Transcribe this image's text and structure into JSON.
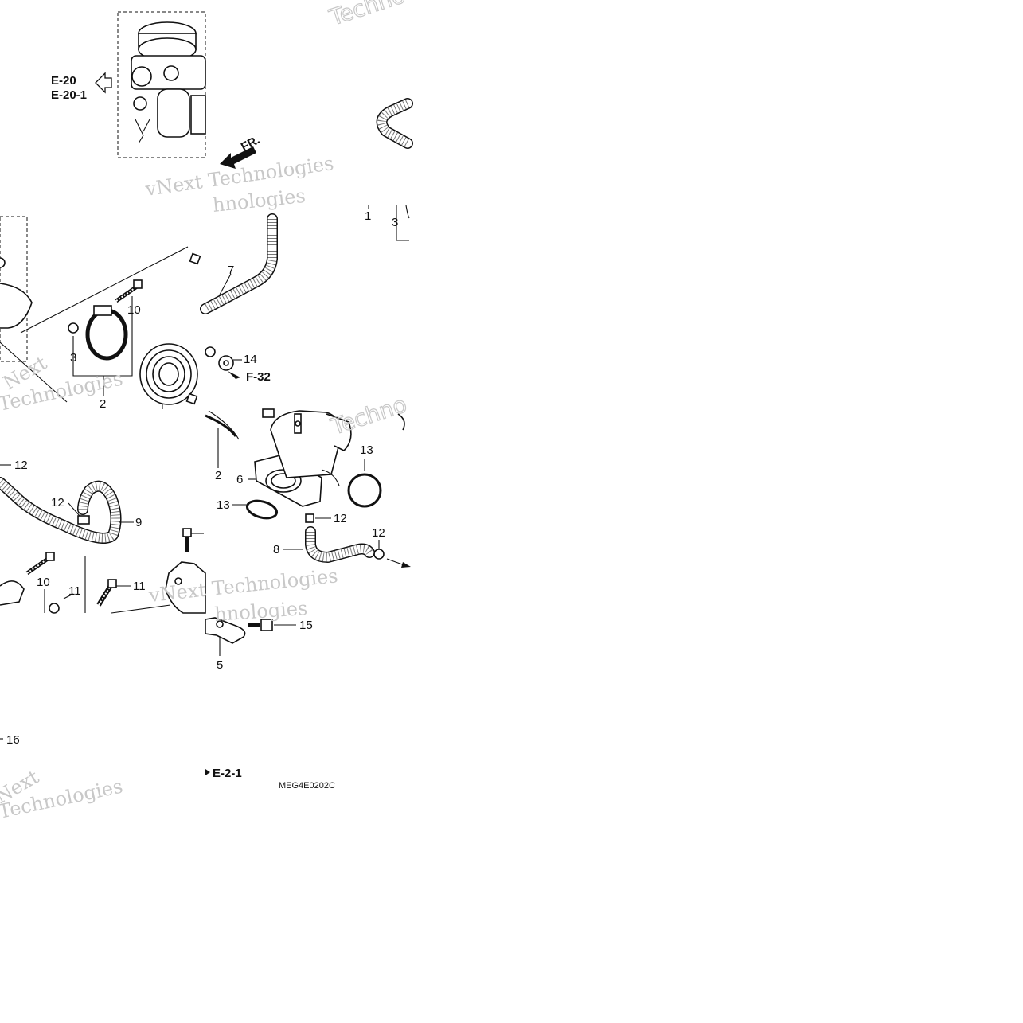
{
  "labels": {
    "e20": "E-20",
    "e20_1": "E-20-1",
    "fr": "FR.",
    "f32": "F-32",
    "e2_1": "E-2-1",
    "part_code": "MEG4E0202C"
  },
  "callouts": {
    "c1": "1",
    "c2": "2",
    "c3": "3",
    "c5": "5",
    "c6": "6",
    "c7": "7",
    "c8": "8",
    "c9": "9",
    "c10": "10",
    "c11": "11",
    "c12": "12",
    "c13": "13",
    "c14": "14",
    "c15": "15",
    "c16": "16"
  },
  "watermarks": {
    "brand": "vNext Technologies",
    "fragment_a": "Techno",
    "fragment_b": "Technologies",
    "fragment_c": "Next",
    "fragment_d": "hnologies"
  },
  "colors": {
    "ink": "#111111",
    "watermark": "#c8c8c8",
    "background": "#ffffff"
  }
}
